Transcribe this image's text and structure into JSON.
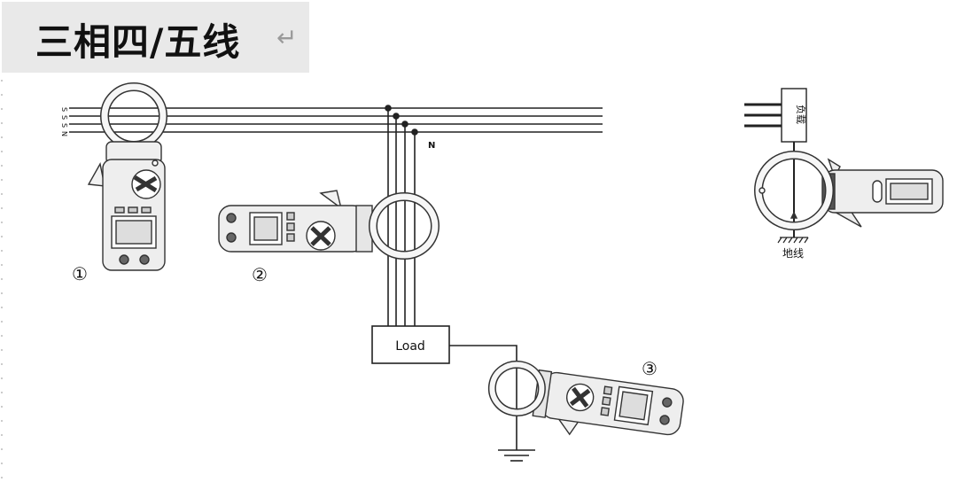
{
  "title": "三相四/五线",
  "title_mark": "↵",
  "phase_labels": [
    "S",
    "S",
    "S",
    "N"
  ],
  "neutral_label": "N",
  "load_label": "Load",
  "inset_load_label": "负载",
  "inset_ground_label": "地线",
  "markers": [
    "①",
    "②",
    "③"
  ]
}
